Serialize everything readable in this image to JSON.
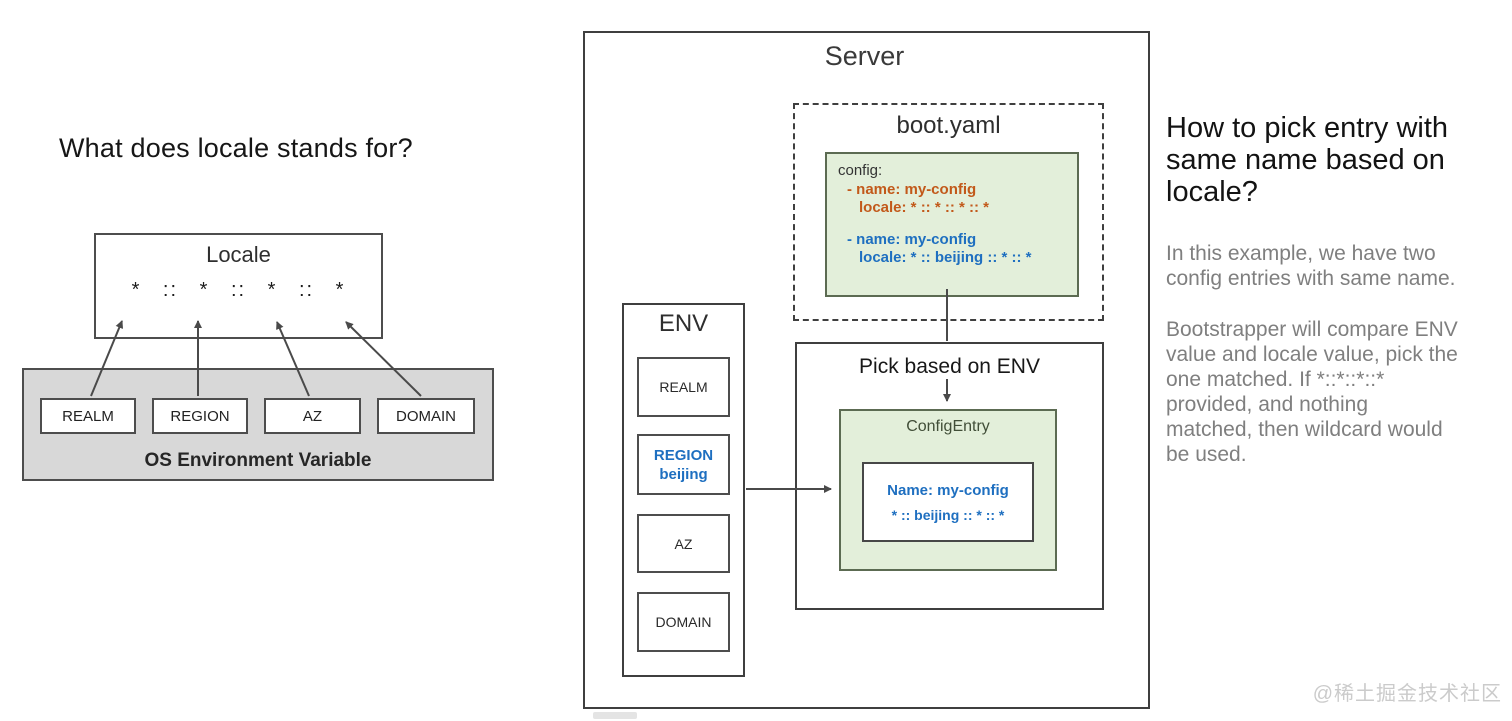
{
  "left": {
    "title": "What does locale stands for?",
    "locale_box": {
      "title": "Locale",
      "pattern": "* :: * :: * :: *"
    },
    "os_box": {
      "label": "OS Environment Variable",
      "items": [
        "REALM",
        "REGION",
        "AZ",
        "DOMAIN"
      ]
    }
  },
  "server": {
    "title": "Server",
    "boot_yaml": {
      "title": "boot.yaml",
      "code": {
        "header": "config:",
        "entry1_name": "- name: my-config",
        "entry1_locale": "locale: * :: * :: * :: *",
        "entry2_name": "- name: my-config",
        "entry2_locale": "locale: * :: beijing :: * :: *"
      }
    },
    "env_panel": {
      "title": "ENV",
      "items": [
        {
          "label": "REALM"
        },
        {
          "label": "REGION",
          "value": "beijing"
        },
        {
          "label": "AZ"
        },
        {
          "label": "DOMAIN"
        }
      ]
    },
    "pick_box": {
      "title": "Pick based on ENV",
      "config_entry": {
        "title": "ConfigEntry",
        "name_line": "Name: my-config",
        "locale_line": "* :: beijing :: * :: *"
      }
    }
  },
  "right": {
    "heading_lines": [
      "How to pick entry with",
      "same name based on",
      "locale?"
    ],
    "para1_lines": [
      "In this example, we have two",
      "config entries with same name."
    ],
    "para2_lines": [
      "Bootstrapper will compare ENV",
      "value and locale value, pick the",
      "one matched. If *::*::*::*",
      "provided, and nothing",
      "matched, then wildcard would",
      "be used."
    ]
  },
  "watermark": "@稀土掘金技术社区",
  "colors": {
    "orange": "#c2591a",
    "blue": "#1e6fc0",
    "green_bg": "#e3efda",
    "gray_bg": "#d8d8d8",
    "text_gray": "#7f7f7f"
  }
}
